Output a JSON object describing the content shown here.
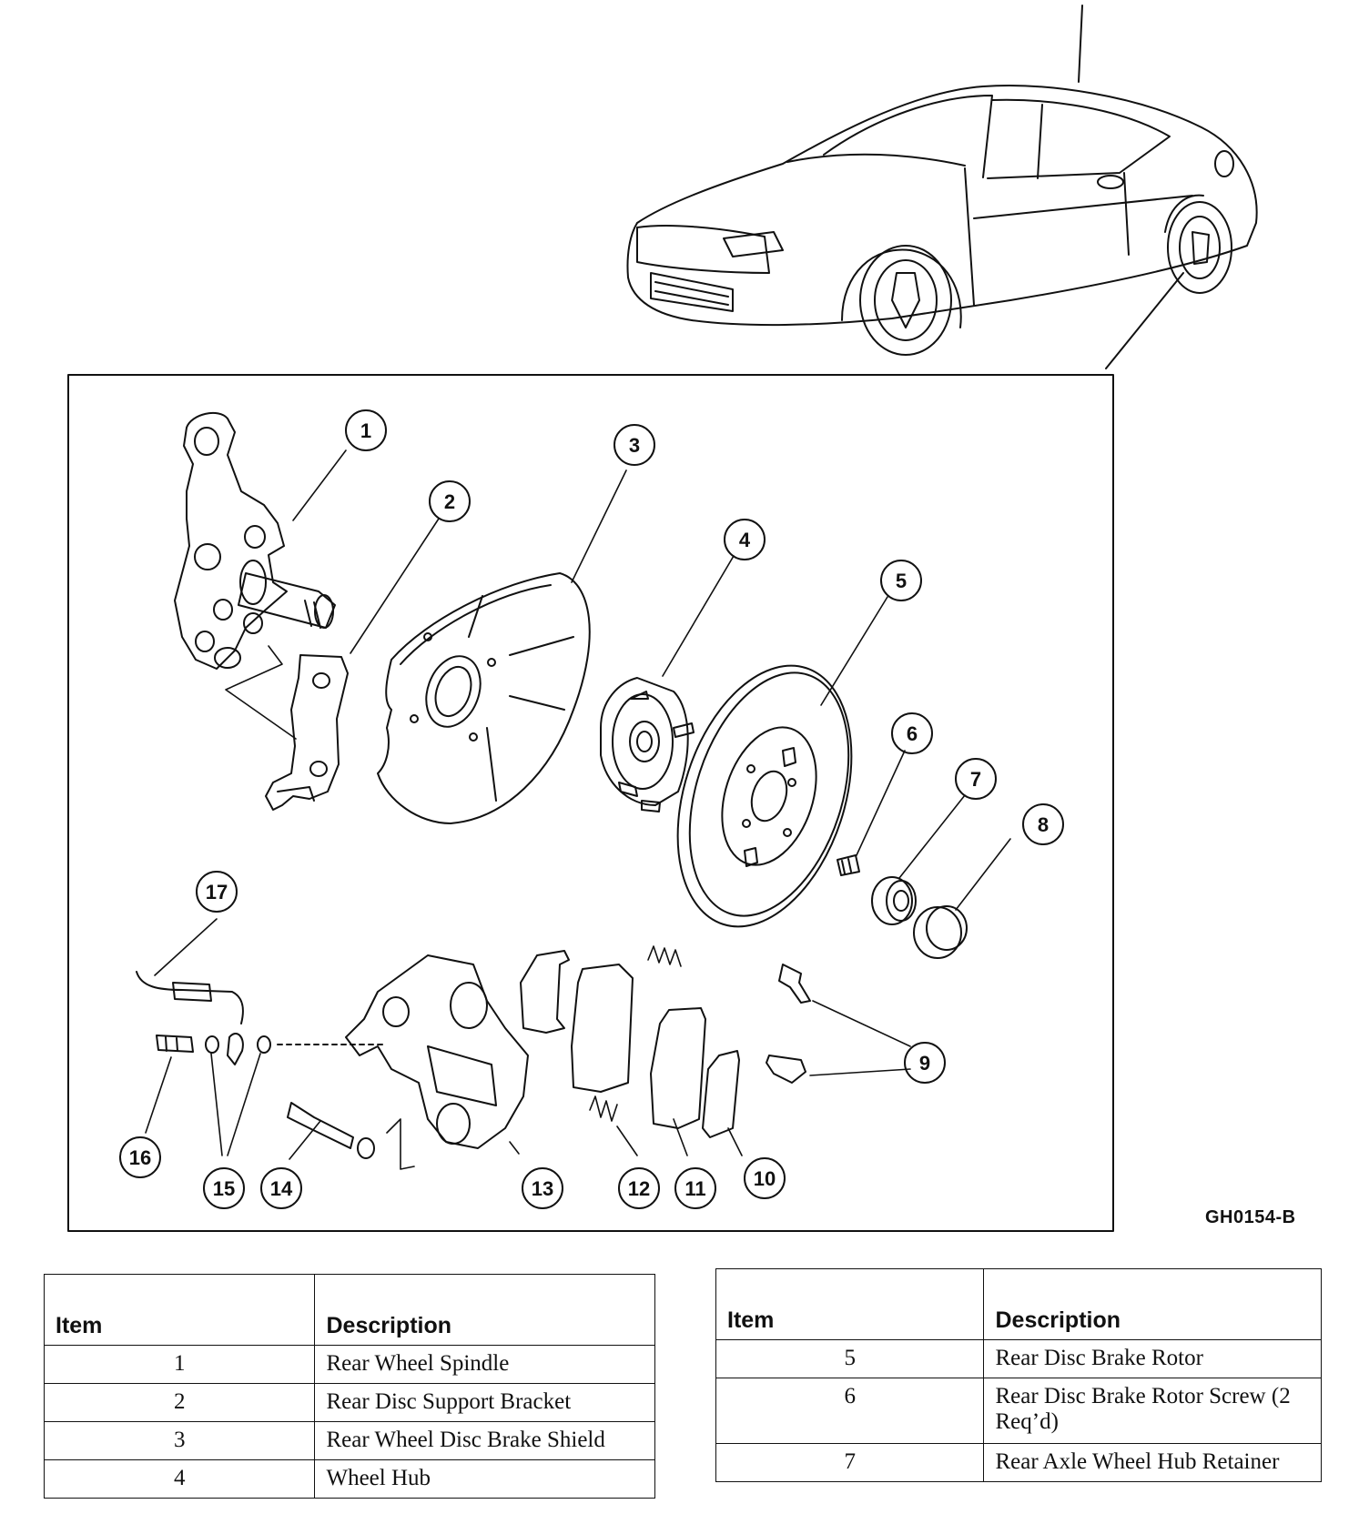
{
  "figure_id": "GH0154-B",
  "callouts": [
    "1",
    "2",
    "3",
    "4",
    "5",
    "6",
    "7",
    "8",
    "9",
    "10",
    "11",
    "12",
    "13",
    "14",
    "15",
    "16",
    "17"
  ],
  "legend_left": {
    "headers": {
      "item": "Item",
      "description": "Description"
    },
    "rows": [
      {
        "item": "1",
        "description": "Rear Wheel Spindle"
      },
      {
        "item": "2",
        "description": "Rear Disc Support Bracket"
      },
      {
        "item": "3",
        "description": "Rear Wheel Disc Brake Shield"
      },
      {
        "item": "4",
        "description": "Wheel Hub"
      }
    ]
  },
  "legend_right": {
    "headers": {
      "item": "Item",
      "description": "Description"
    },
    "rows": [
      {
        "item": "5",
        "description": "Rear Disc Brake Rotor"
      },
      {
        "item": "6",
        "description": "Rear Disc Brake Rotor Screw (2 Req’d)"
      },
      {
        "item": "7",
        "description": "Rear Axle Wheel Hub Retainer"
      }
    ]
  }
}
